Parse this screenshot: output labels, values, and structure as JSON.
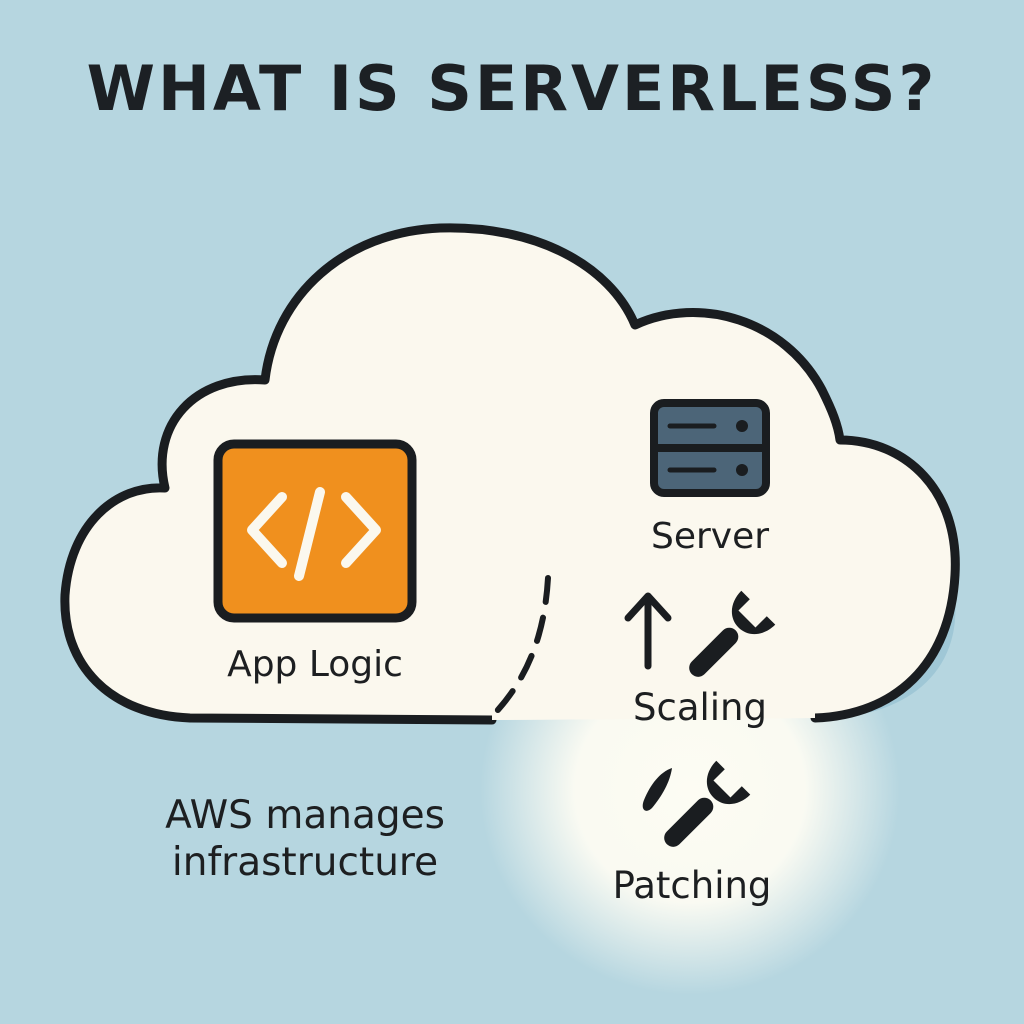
{
  "title": "WHAT IS SERVERLESS?",
  "app_logic": {
    "label": "App Logic",
    "icon": "code-icon",
    "color": "#f0901e"
  },
  "managed_items": [
    {
      "label": "Server",
      "icon": "server-icon"
    },
    {
      "label": "Scaling",
      "icon": "scaling-icon"
    },
    {
      "label": "Patching",
      "icon": "wrench-icon"
    }
  ],
  "note": {
    "line1": "AWS manages",
    "line2": "infrastructure"
  },
  "colors": {
    "background": "#b6d6e0",
    "cloud_fill": "#fbf8ee",
    "outline": "#1a1d20",
    "accent": "#f0901e",
    "server": "#4c6578"
  }
}
